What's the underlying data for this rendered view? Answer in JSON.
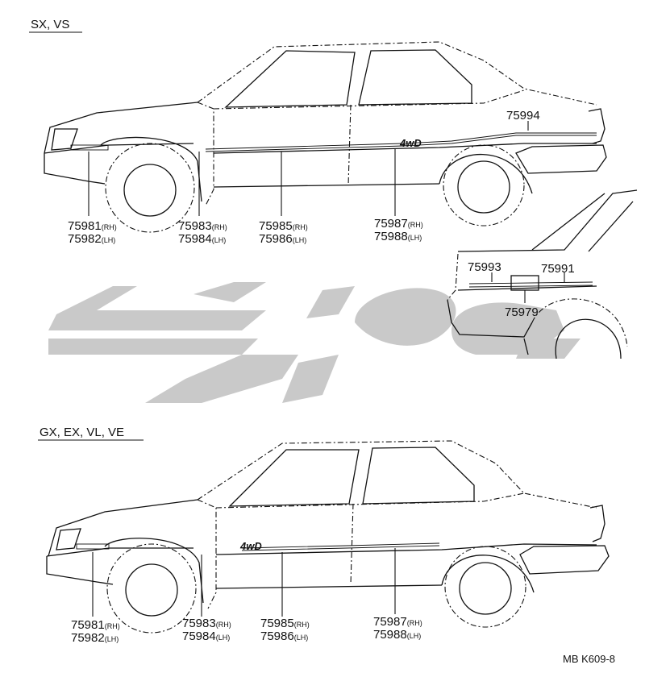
{
  "sections": [
    {
      "title": "SX, VS"
    },
    {
      "title": "GX, EX, VL, VE"
    }
  ],
  "badge": "4wD",
  "labels": {
    "upper": [
      {
        "number": "75981",
        "suffix": "(RH)"
      },
      {
        "number": "75982",
        "suffix": "(LH)"
      },
      {
        "number": "75983",
        "suffix": "(RH)"
      },
      {
        "number": "75984",
        "suffix": "(LH)"
      },
      {
        "number": "75985",
        "suffix": "(RH)"
      },
      {
        "number": "75986",
        "suffix": "(LH)"
      },
      {
        "number": "75987",
        "suffix": "(RH)"
      },
      {
        "number": "75988",
        "suffix": "(LH)"
      },
      {
        "number": "75994",
        "suffix": ""
      }
    ],
    "rear": [
      {
        "number": "75993",
        "suffix": ""
      },
      {
        "number": "75991",
        "suffix": ""
      },
      {
        "number": "75979",
        "suffix": ""
      }
    ],
    "lower": [
      {
        "number": "75981",
        "suffix": "(RH)"
      },
      {
        "number": "75982",
        "suffix": "(LH)"
      },
      {
        "number": "75983",
        "suffix": "(RH)"
      },
      {
        "number": "75984",
        "suffix": "(LH)"
      },
      {
        "number": "75985",
        "suffix": "(RH)"
      },
      {
        "number": "75986",
        "suffix": "(LH)"
      },
      {
        "number": "75987",
        "suffix": "(RH)"
      },
      {
        "number": "75988",
        "suffix": "(LH)"
      }
    ]
  },
  "figure_code": "MB K609-8"
}
